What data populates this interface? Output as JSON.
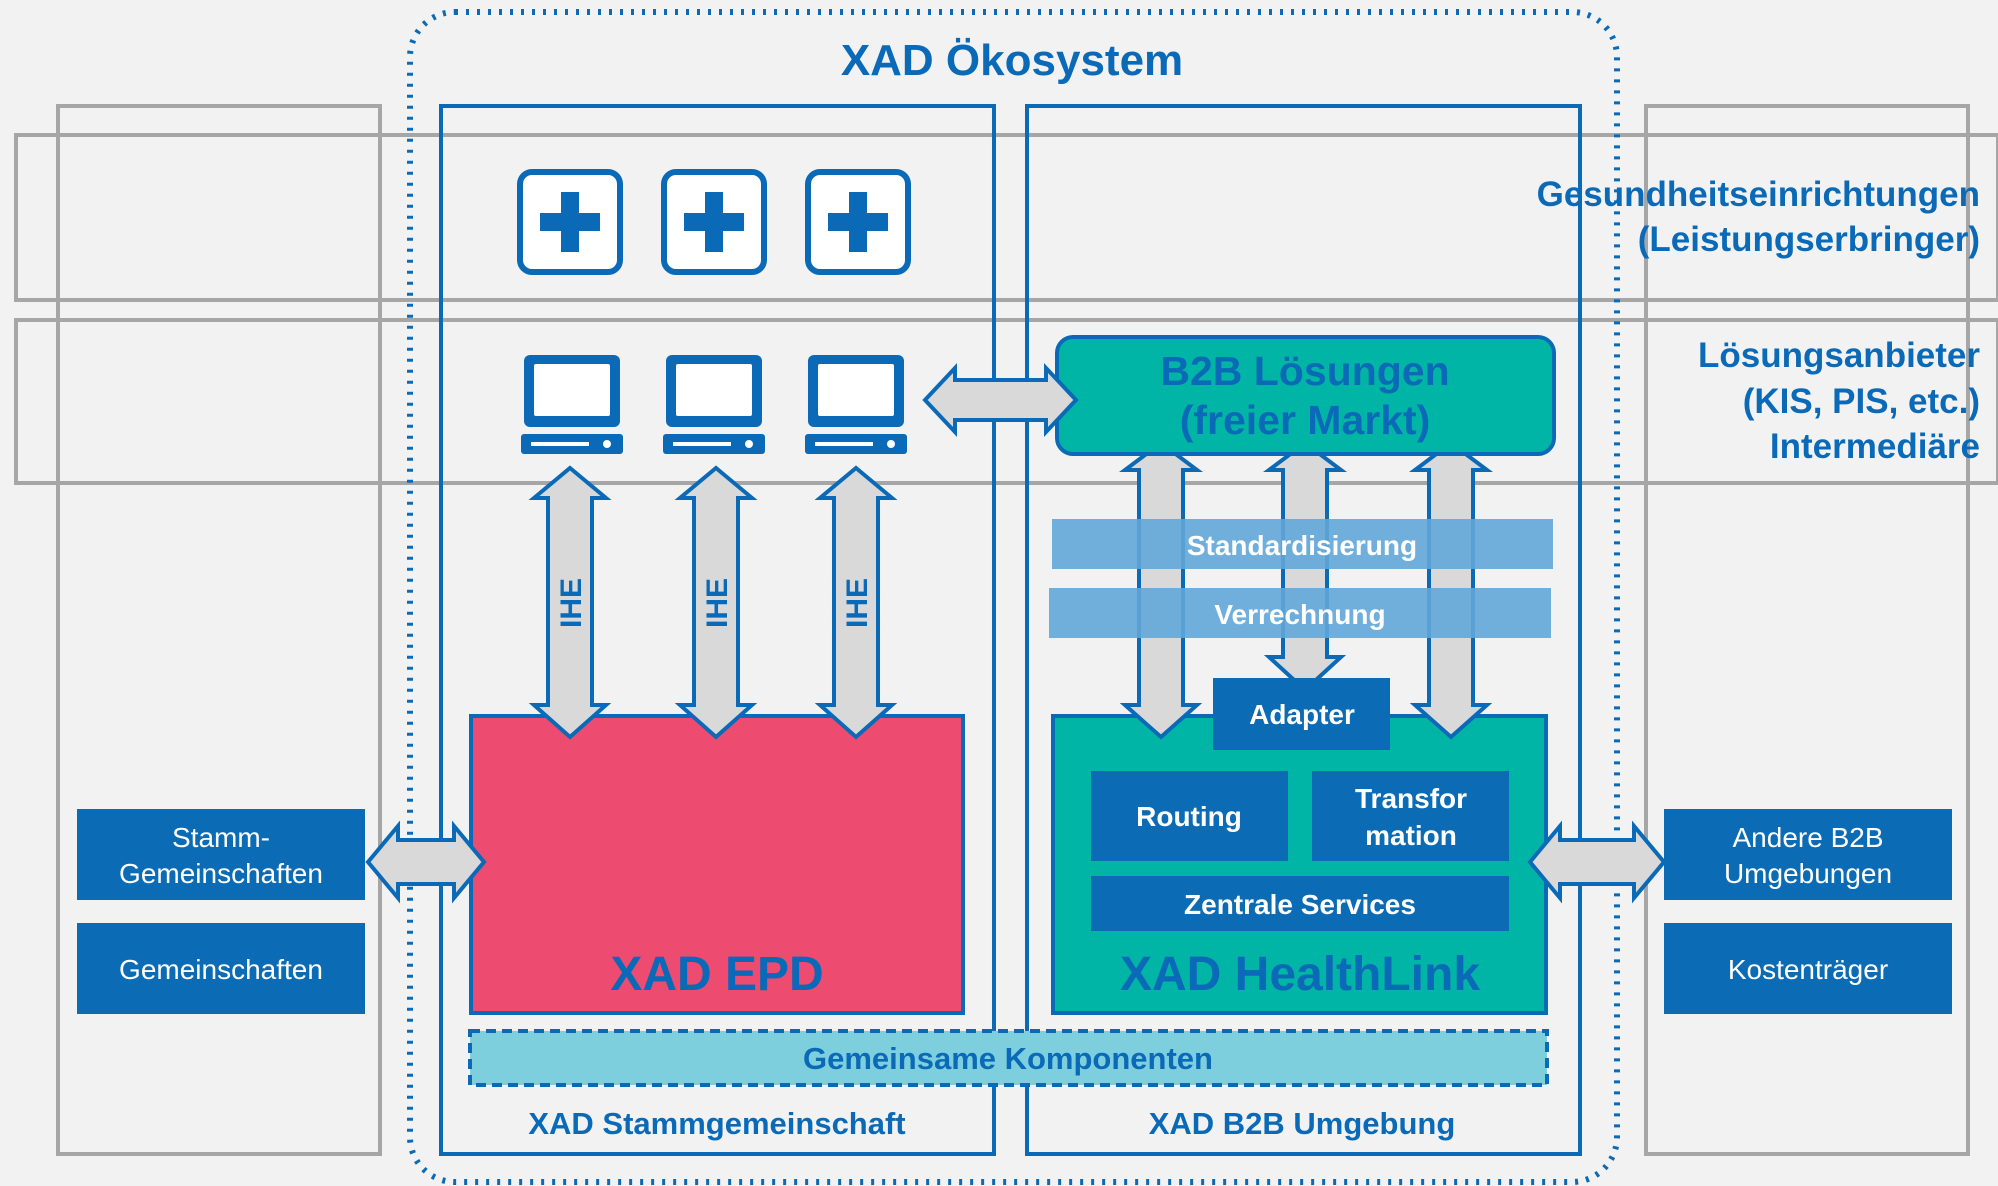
{
  "colors": {
    "background": "#f2f2f2",
    "primary_blue": "#0a6ab8",
    "dark_blue": "#0b6bb5",
    "teal": "#00b5a5",
    "pink": "#ee4b70",
    "light_blue": "#62a7d8",
    "cyan": "#7dcfdd",
    "arrow_gray": "#d9d9d9",
    "frame_gray": "#a6a6a6"
  },
  "title": "XAD Ökosystem",
  "bands": {
    "providers_label": [
      "Gesundheitseinrichtungen",
      "(Leistungserbringer)"
    ],
    "vendors_label": [
      "Lösungsanbieter",
      "(KIS, PIS, etc.)",
      "Intermediäre"
    ]
  },
  "icons": {
    "hospital": "medical-cross-icon",
    "system": "computer-terminal-icon"
  },
  "ihe_label": "IHE",
  "b2b_solutions": [
    "B2B Lösungen",
    "(freier Markt)"
  ],
  "bands_inner": {
    "standardization": "Standardisierung",
    "billing": "Verrechnung"
  },
  "healthlink": {
    "adapter": "Adapter",
    "routing": "Routing",
    "transformation": [
      "Transfor",
      "mation"
    ],
    "central_services": "Zentrale Services",
    "name": "XAD HealthLink"
  },
  "epd_name": "XAD EPD",
  "shared_components": "Gemeinsame Komponenten",
  "column_labels": {
    "left": "XAD Stammgemeinschaft",
    "right": "XAD B2B Umgebung"
  },
  "left_side": {
    "box1": [
      "Stamm-",
      "Gemeinschaften"
    ],
    "box2": "Gemeinschaften"
  },
  "right_side": {
    "box1": [
      "Andere B2B",
      "Umgebungen"
    ],
    "box2": "Kostenträger"
  }
}
